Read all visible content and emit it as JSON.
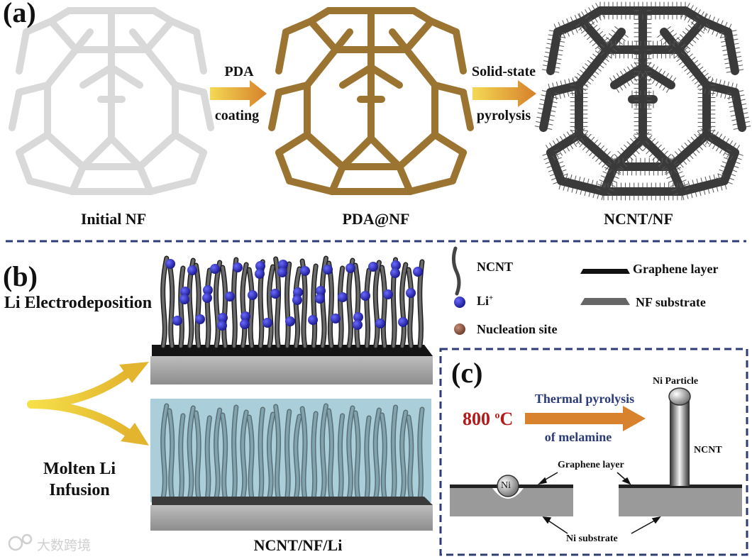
{
  "panel_a": {
    "label": "(a)",
    "step1_top": "PDA",
    "step1_bottom": "coating",
    "step2_top": "Solid-state",
    "step2_bottom": "pyrolysis",
    "captions": [
      "Initial NF",
      "PDA@NF",
      "NCNT/NF"
    ]
  },
  "panel_b": {
    "label": "(b)",
    "top_route": "Li Electrodeposition",
    "bottom_route": "Molten Li Infusion",
    "caption": "NCNT/NF/Li",
    "legend": {
      "ncnt": "NCNT",
      "li_ion": "Li",
      "li_ion_sup": "+",
      "nucleation": "Nucleation site",
      "graphene": "Graphene layer",
      "nf": "NF substrate"
    }
  },
  "panel_c": {
    "label": "(c)",
    "temperature": "800 ",
    "temperature_sup": "o",
    "temperature_unit": "C",
    "process_top": "Thermal pyrolysis",
    "process_bottom": "of melamine",
    "ni_particle": "Ni Particle",
    "ncnt": "NCNT",
    "graphene": "Graphene layer",
    "ni": "Ni",
    "substrate": "Ni substrate"
  },
  "watermark": "大数跨境",
  "colors": {
    "nf_white": "#e6e6e6",
    "pda_brown": "#9c7432",
    "ncnt_dark": "#3a3a3a",
    "arrow_orange": "#d8862c",
    "arrow_yellow": "#f2d24a",
    "li_blue": "#2a2ab0",
    "molten": "#9cc6d2",
    "dash_blue": "#2c3c78",
    "temp_red": "#b51a1a"
  }
}
